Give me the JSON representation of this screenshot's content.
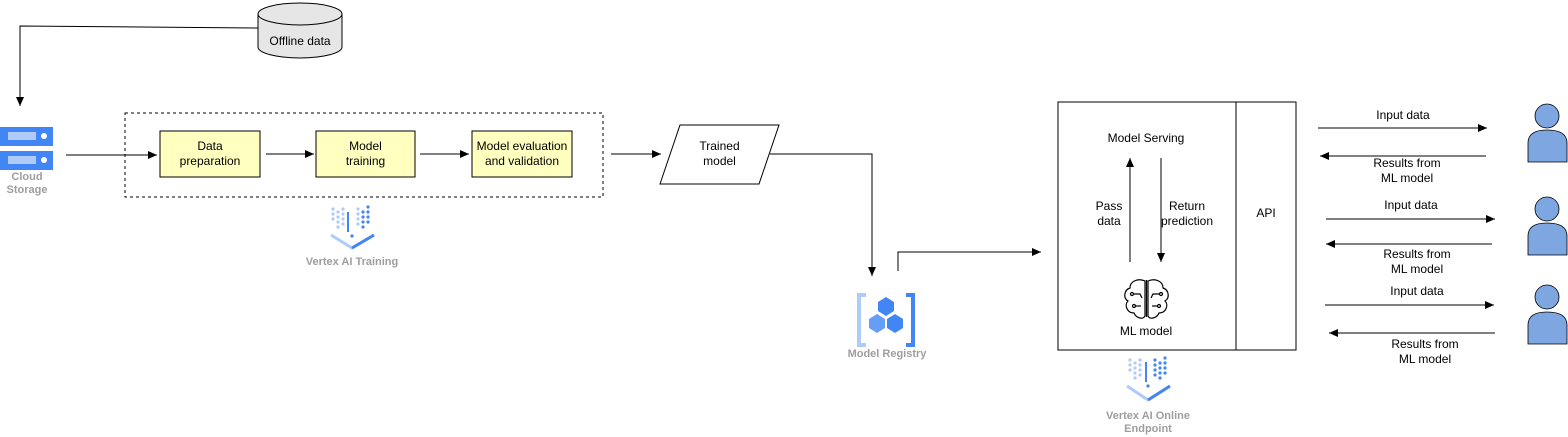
{
  "nodes": {
    "offline_data": "Offline data",
    "cloud_storage": "Cloud\nStorage",
    "data_preparation": "Data\npreparation",
    "model_training": "Model\ntraining",
    "model_evaluation": "Model evaluation\nand validation",
    "vertex_ai_training": "Vertex AI Training",
    "trained_model": "Trained\nmodel",
    "model_registry": "Model Registry",
    "model_serving": "Model Serving",
    "pass_data": "Pass\ndata",
    "return_prediction": "Return\nprediction",
    "ml_model": "ML model",
    "api": "API",
    "vertex_ai_online_endpoint": "Vertex AI Online\nEndpoint"
  },
  "clients": [
    {
      "input_label": "Input data",
      "results_label": "Results from\nML model"
    },
    {
      "input_label": "Input data",
      "results_label": "Results from\nML model"
    },
    {
      "input_label": "Input data",
      "results_label": "Results from\nML model"
    }
  ],
  "colors": {
    "process_fill": "#ffffc0",
    "user_fill": "#7ea6e0",
    "gcp_blue": "#4285f4",
    "gcp_light_blue": "#aecbfa",
    "service_label": "#9e9e9e"
  }
}
